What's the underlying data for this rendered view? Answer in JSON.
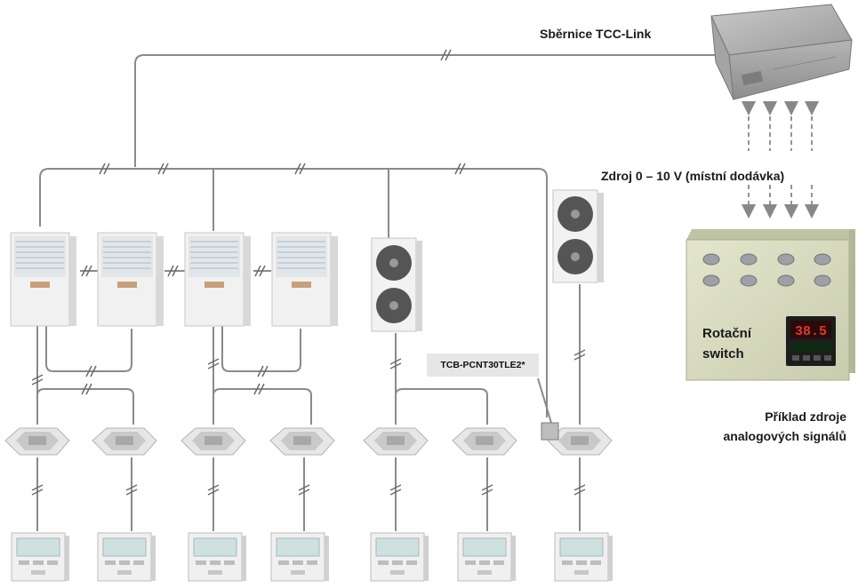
{
  "labels": {
    "bus": "Sběrnice TCC-Link",
    "signal_source": "Zdroj 0 – 10 V (místní dodávka)",
    "interface": "TCB-PCNT30TLE2*",
    "rotary_line1": "Rotační",
    "rotary_line2": "switch",
    "example_line1": "Příklad zdroje",
    "example_line2": "analogových signálů"
  },
  "equipment": {
    "vrf_outdoor_units": 4,
    "fan_outdoor_units": 2,
    "cassette_indoor_units": 7,
    "wall_remote_controllers": 7,
    "display_value": "38.5"
  },
  "colors": {
    "wiring": "#8a8a8a",
    "label_bg": "#e6e6e6",
    "switch_panel": "#d9dcc0",
    "arrow": "#888888"
  }
}
